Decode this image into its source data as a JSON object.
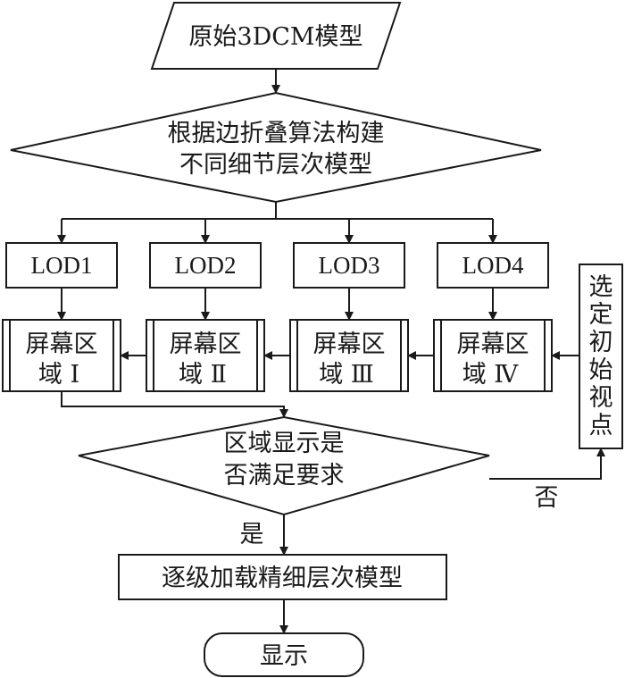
{
  "nodes": {
    "input": "原始3DCM模型",
    "build_line1": "根据边折叠算法构建",
    "build_line2": "不同细节层次模型",
    "lod1": "LOD1",
    "lod2": "LOD2",
    "lod3": "LOD3",
    "lod4": "LOD4",
    "region1_line1": "屏幕区",
    "region1_line2": "域 Ⅰ",
    "region2_line1": "屏幕区",
    "region2_line2": "域 Ⅱ",
    "region3_line1": "屏幕区",
    "region3_line2": "域 Ⅲ",
    "region4_line1": "屏幕区",
    "region4_line2": "域 Ⅳ",
    "viewpoint": [
      "选",
      "定",
      "初",
      "始",
      "视",
      "点"
    ],
    "decision_line1": "区域显示是",
    "decision_line2": "否满足要求",
    "load": "逐级加载精细层次模型",
    "display": "显示"
  },
  "edges": {
    "yes_label": "是",
    "no_label": "否"
  }
}
